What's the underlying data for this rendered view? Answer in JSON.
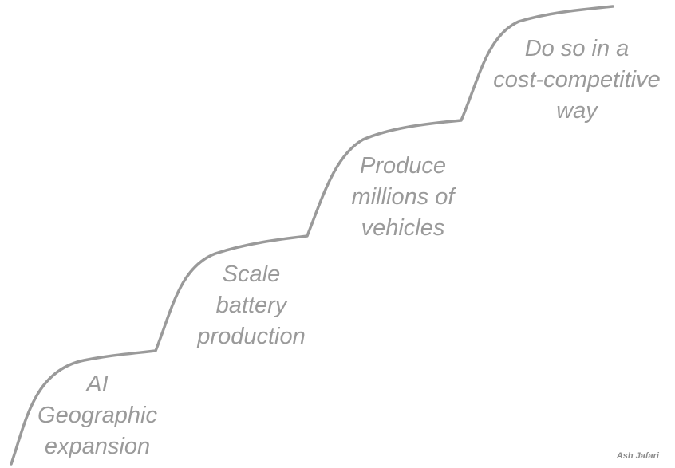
{
  "colors": {
    "line": "#9a9a9a",
    "text": "#9a9a9a",
    "credit": "#8c8c8c",
    "background": "#ffffff"
  },
  "steps": [
    {
      "lines": [
        "AI",
        "Geographic",
        "expansion"
      ]
    },
    {
      "lines": [
        "Scale",
        "battery",
        "production"
      ]
    },
    {
      "lines": [
        "Produce",
        "millions of",
        "vehicles"
      ]
    },
    {
      "lines": [
        "Do so in a",
        "cost-competitive",
        "way"
      ]
    }
  ],
  "credit": "Ash Jafari"
}
